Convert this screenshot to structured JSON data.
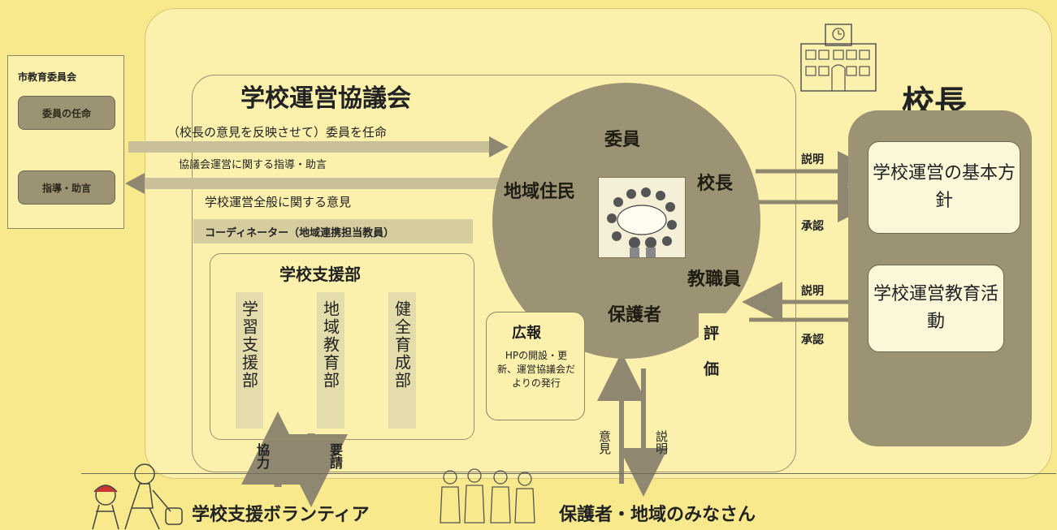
{
  "city_board": {
    "title": "市教育委員会",
    "appoint_label": "委員の任命",
    "guidance_label": "指導・助言"
  },
  "council": {
    "title": "学校運営協議会",
    "appoint_note": "（校長の意見を反映させて）委員を任命",
    "guidance_note": "協議会運営に関する指導・助言",
    "opinion_note": "学校運営全般に関する意見",
    "coordinator": "コーディネーター（地域連携担当教員）"
  },
  "support": {
    "title": "学校支援部",
    "departments": [
      "学習支援部",
      "地域教育部",
      "健全育成部"
    ]
  },
  "circle": {
    "members": "委員",
    "residents": "地域住民",
    "principal": "校長",
    "staff": "教職員",
    "guardians": "保護者"
  },
  "pr": {
    "title": "広報",
    "text": "HPの開設・更新、運営協議会だよりの発行"
  },
  "evaluation": [
    "評",
    "価"
  ],
  "principal": {
    "title": "校長",
    "policy": "学校運営の基本方針",
    "activities": "学校運営教育活動",
    "explain_1": "説明",
    "approve_1": "承認",
    "explain_2": "説明",
    "approve_2": "承認"
  },
  "bottom": {
    "volunteers": "学校支援ボランティア",
    "community": "保護者・地域のみなさん",
    "cooperate": "協力",
    "request": "要請",
    "opinion": "意見",
    "explain": "説明"
  },
  "colors": {
    "background": "#f7e98c",
    "panel": "#fbf1ad",
    "dark_fill": "#9c9375",
    "arrow": "#8f8770"
  }
}
